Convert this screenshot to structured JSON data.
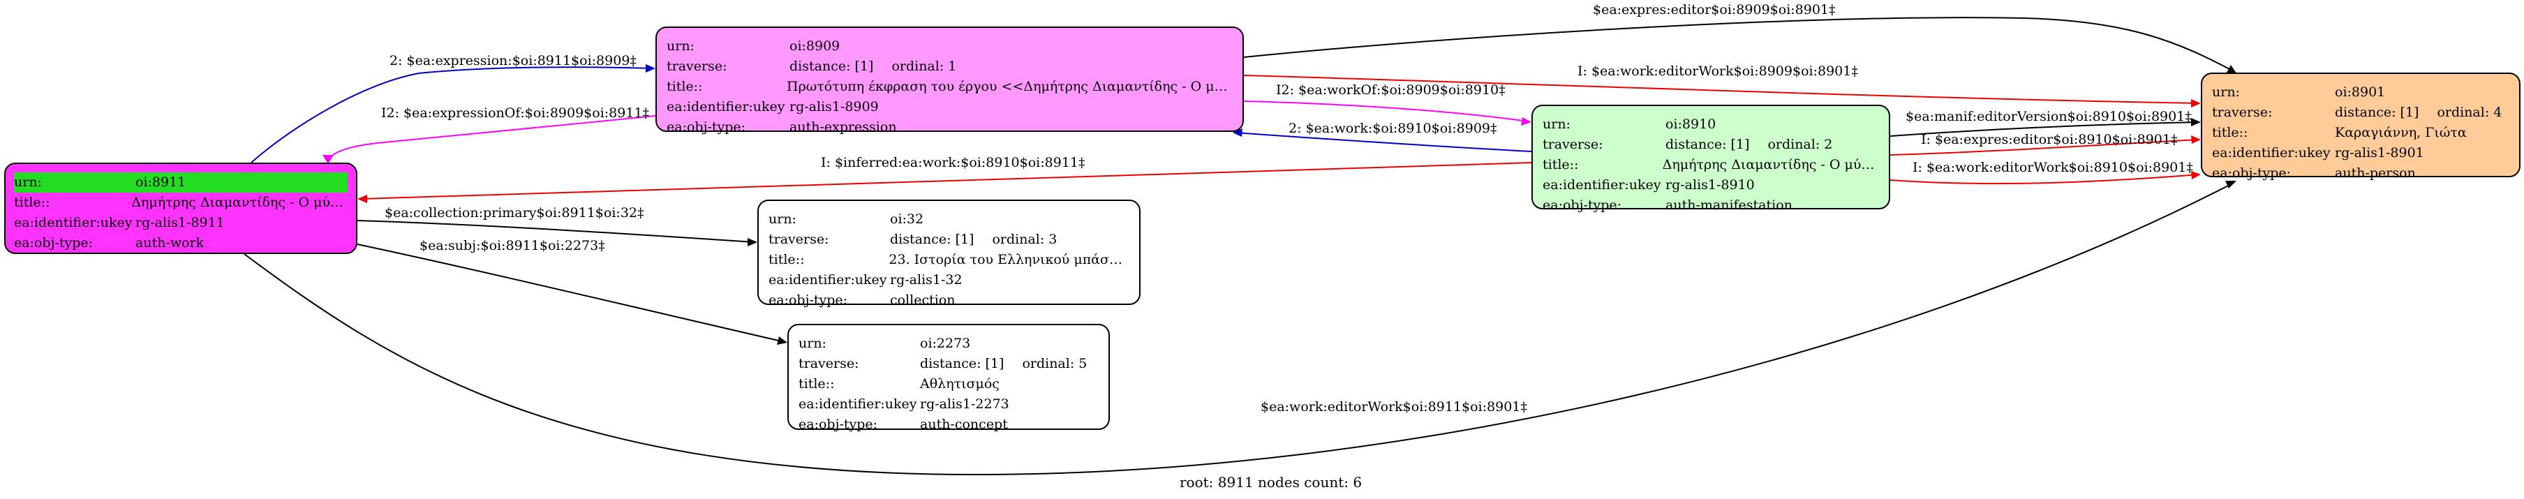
{
  "nodes": {
    "n8911": {
      "fill": "#ff33ff",
      "urn": {
        "k": "urn:",
        "v": "oi:8911"
      },
      "title": {
        "k": "title::",
        "v": "Δημήτρης Διαμαντίδης - Ο μύθος"
      },
      "ukey": {
        "k": "ea:identifier:ukey",
        "v": "rg-alis1-8911"
      },
      "type": {
        "k": "ea:obj-type:",
        "v": "auth-work"
      }
    },
    "n8909": {
      "fill": "#ff99ff",
      "urn": {
        "k": "urn:",
        "v": "oi:8909"
      },
      "traverse": {
        "k": "traverse:",
        "distance": "distance: [1]",
        "ordinal": "ordinal: 1"
      },
      "title": {
        "k": "title::",
        "v": "Πρωτότυπη έκφραση του έργου <<Δημήτρης Διαμαντίδης - Ο μύθ..."
      },
      "ukey": {
        "k": "ea:identifier:ukey",
        "v": "rg-alis1-8909"
      },
      "type": {
        "k": "ea:obj-type:",
        "v": "auth-expression"
      }
    },
    "n8910": {
      "fill": "#ccffcc",
      "urn": {
        "k": "urn:",
        "v": "oi:8910"
      },
      "traverse": {
        "k": "traverse:",
        "distance": "distance: [1]",
        "ordinal": "ordinal: 2"
      },
      "title": {
        "k": "title::",
        "v": "Δημήτρης Διαμαντίδης - Ο μύθος"
      },
      "ukey": {
        "k": "ea:identifier:ukey",
        "v": "rg-alis1-8910"
      },
      "type": {
        "k": "ea:obj-type:",
        "v": "auth-manifestation"
      }
    },
    "n8901": {
      "fill": "#ffcc99",
      "urn": {
        "k": "urn:",
        "v": "oi:8901"
      },
      "traverse": {
        "k": "traverse:",
        "distance": "distance: [1]",
        "ordinal": "ordinal: 4"
      },
      "title": {
        "k": "title::",
        "v": "Καραγιάννη, Γιώτα"
      },
      "ukey": {
        "k": "ea:identifier:ukey",
        "v": "rg-alis1-8901"
      },
      "type": {
        "k": "ea:obj-type:",
        "v": "auth-person"
      }
    },
    "n32": {
      "fill": "#ffffff",
      "urn": {
        "k": "urn:",
        "v": "oi:32"
      },
      "traverse": {
        "k": "traverse:",
        "distance": "distance: [1]",
        "ordinal": "ordinal: 3"
      },
      "title": {
        "k": "title::",
        "v": "23. Ιστορία του Ελληνικού μπάσκετ"
      },
      "ukey": {
        "k": "ea:identifier:ukey",
        "v": "rg-alis1-32"
      },
      "type": {
        "k": "ea:obj-type:",
        "v": "collection"
      }
    },
    "n2273": {
      "fill": "#ffffff",
      "urn": {
        "k": "urn:",
        "v": "oi:2273"
      },
      "traverse": {
        "k": "traverse:",
        "distance": "distance: [1]",
        "ordinal": "ordinal: 5"
      },
      "title": {
        "k": "title::",
        "v": "Αθλητισμός"
      },
      "ukey": {
        "k": "ea:identifier:ukey",
        "v": "rg-alis1-2273"
      },
      "type": {
        "k": "ea:obj-type:",
        "v": "auth-concept"
      }
    }
  },
  "edges": {
    "e1": {
      "label": "2: $ea:expression:$oi:8911$oi:8909‡",
      "color": "#0000cc"
    },
    "e2": {
      "label": "I2: $ea:expressionOf:$oi:8909$oi:8911‡",
      "color": "#ff00ff"
    },
    "e3": {
      "label": "$ea:expres:editor$oi:8909$oi:8901‡",
      "color": "#000000"
    },
    "e4": {
      "label": "I: $ea:work:editorWork$oi:8909$oi:8901‡",
      "color": "#ee0000"
    },
    "e5": {
      "label": "I2: $ea:workOf:$oi:8909$oi:8910‡",
      "color": "#ff00ff"
    },
    "e6": {
      "label": "2: $ea:work:$oi:8910$oi:8909‡",
      "color": "#0000cc"
    },
    "e7": {
      "label": "I: $inferred:ea:work:$oi:8910$oi:8911‡",
      "color": "#ee0000"
    },
    "e8": {
      "label": "$ea:manif:editorVersion$oi:8910$oi:8901‡",
      "color": "#000000"
    },
    "e9": {
      "label": "I: $ea:expres:editor$oi:8910$oi:8901‡",
      "color": "#ee0000"
    },
    "e10": {
      "label": "I: $ea:work:editorWork$oi:8910$oi:8901‡",
      "color": "#ee0000"
    },
    "e11": {
      "label": "$ea:collection:primary$oi:8911$oi:32‡",
      "color": "#000000"
    },
    "e12": {
      "label": "$ea:subj:$oi:8911$oi:2273‡",
      "color": "#000000"
    },
    "e13": {
      "label": "$ea:work:editorWork$oi:8911$oi:8901‡",
      "color": "#000000"
    }
  },
  "footer": "root: 8911 nodes count: 6",
  "highlight_color": "#22dd22"
}
